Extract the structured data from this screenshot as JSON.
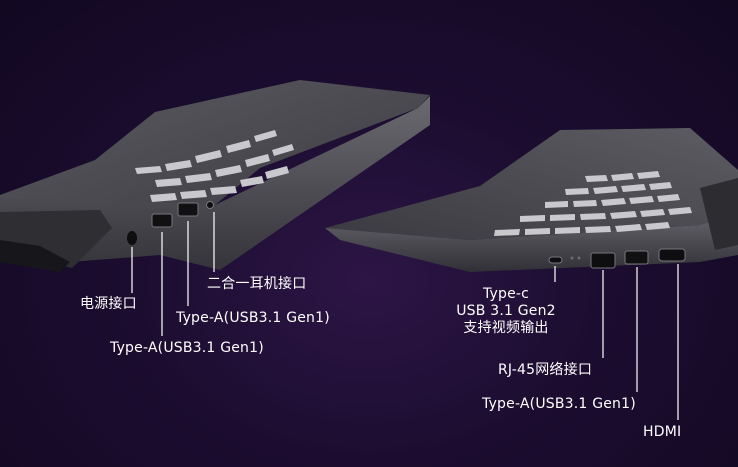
{
  "left_side": {
    "labels": {
      "power": "电源接口",
      "usb_a_1": "Type-A(USB3.1 Gen1)",
      "usb_a_2": "Type-A(USB3.1 Gen1)",
      "audio": "二合一耳机接口"
    }
  },
  "right_side": {
    "labels": {
      "type_c_line1": "Type-c",
      "type_c_line2": "USB 3.1 Gen2",
      "type_c_line3": "支持视频输出",
      "rj45": "RJ-45网络接口",
      "usb_a": "Type-A(USB3.1 Gen1)",
      "hdmi": "HDMI"
    }
  },
  "colors": {
    "background": "#1c0d30",
    "laptop_body": "#4a4a4f",
    "keycap": "#d0d0d4",
    "leader_line": "#ffffff"
  }
}
